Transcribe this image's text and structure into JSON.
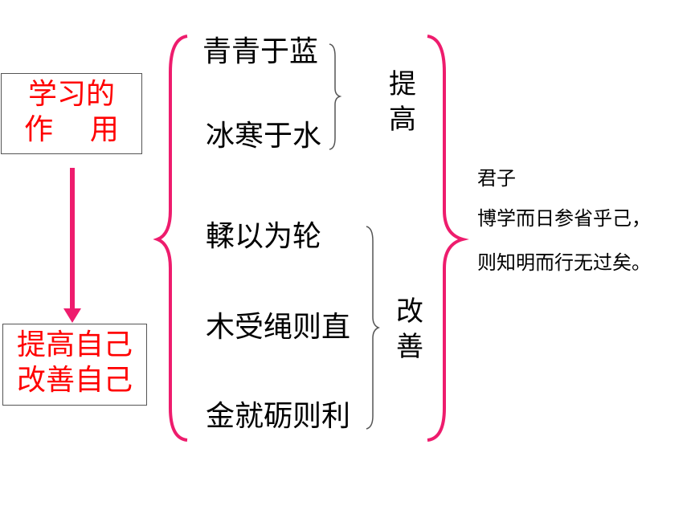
{
  "box_top": {
    "line1": "学习的",
    "line2": "作    用"
  },
  "box_bottom": {
    "line1": "提高自己",
    "line2": "改善自己"
  },
  "phrases": {
    "p1": "青青于蓝",
    "p2": "冰寒于水",
    "p3": "輮以为轮",
    "p4": "木受绳则直",
    "p5": "金就砺则利"
  },
  "groups": {
    "improve": "提高",
    "better": "改善"
  },
  "quote": {
    "line1": "君子",
    "line2": "博学而日参省乎己，",
    "line3": "则知明而行无过矣。"
  },
  "colors": {
    "accent": "#ff0000",
    "arrow_and_brace": "#ee1c6d",
    "text": "#000000"
  }
}
